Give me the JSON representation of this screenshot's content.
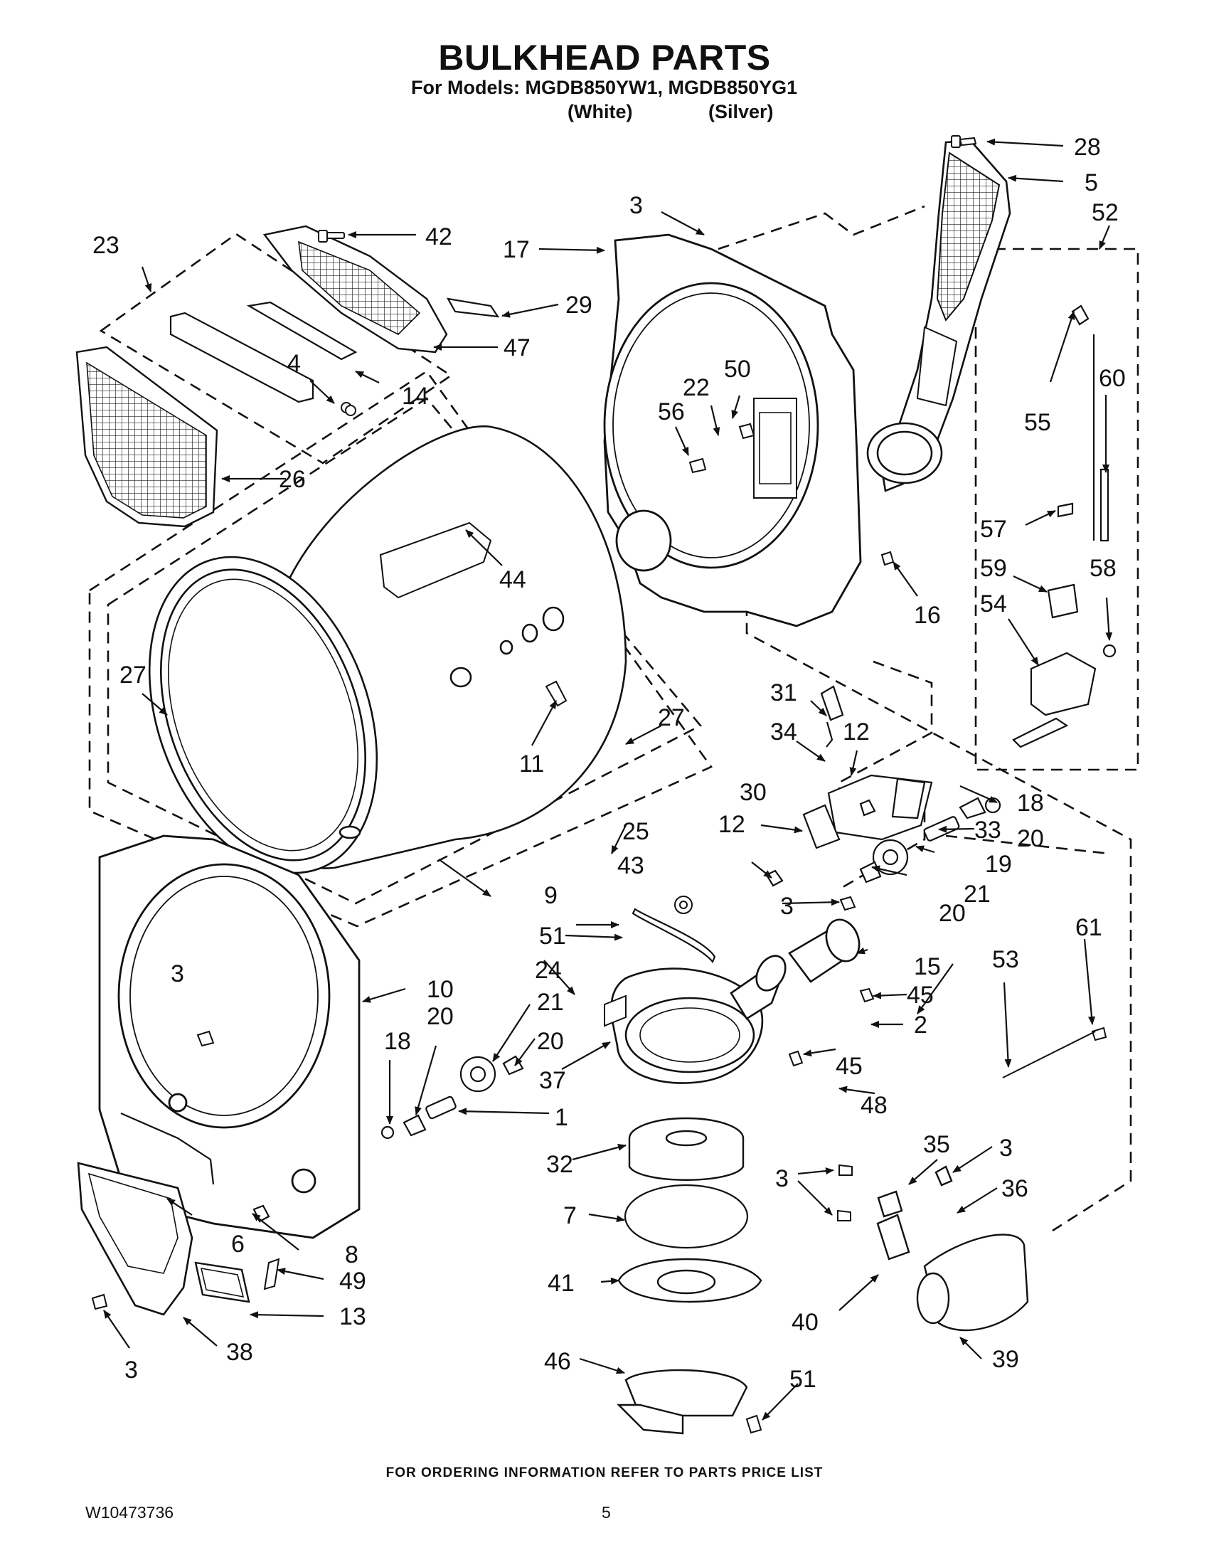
{
  "header": {
    "title": "BULKHEAD PARTS",
    "models": "For Models: MGDB850YW1, MGDB850YG1",
    "variant_white": "(White)",
    "variant_silver": "(Silver)"
  },
  "callouts": [
    "28",
    "5",
    "52",
    "3",
    "17",
    "29",
    "42",
    "23",
    "47",
    "4",
    "14",
    "22",
    "50",
    "56",
    "55",
    "60",
    "26",
    "57",
    "59",
    "58",
    "54",
    "16",
    "44",
    "27",
    "11",
    "27",
    "31",
    "34",
    "12",
    "33",
    "18",
    "20",
    "30",
    "12",
    "19",
    "25",
    "43",
    "3",
    "20",
    "21",
    "9",
    "51",
    "15",
    "61",
    "53",
    "45",
    "24",
    "21",
    "20",
    "2",
    "3",
    "18",
    "20",
    "10",
    "37",
    "45",
    "48",
    "1",
    "32",
    "35",
    "3",
    "3",
    "36",
    "7",
    "6",
    "8",
    "49",
    "13",
    "38",
    "3",
    "41",
    "40",
    "39",
    "46",
    "51"
  ],
  "footer": {
    "ordering": "FOR ORDERING INFORMATION REFER TO PARTS PRICE LIST",
    "doc_number": "W10473736",
    "page": "5"
  }
}
